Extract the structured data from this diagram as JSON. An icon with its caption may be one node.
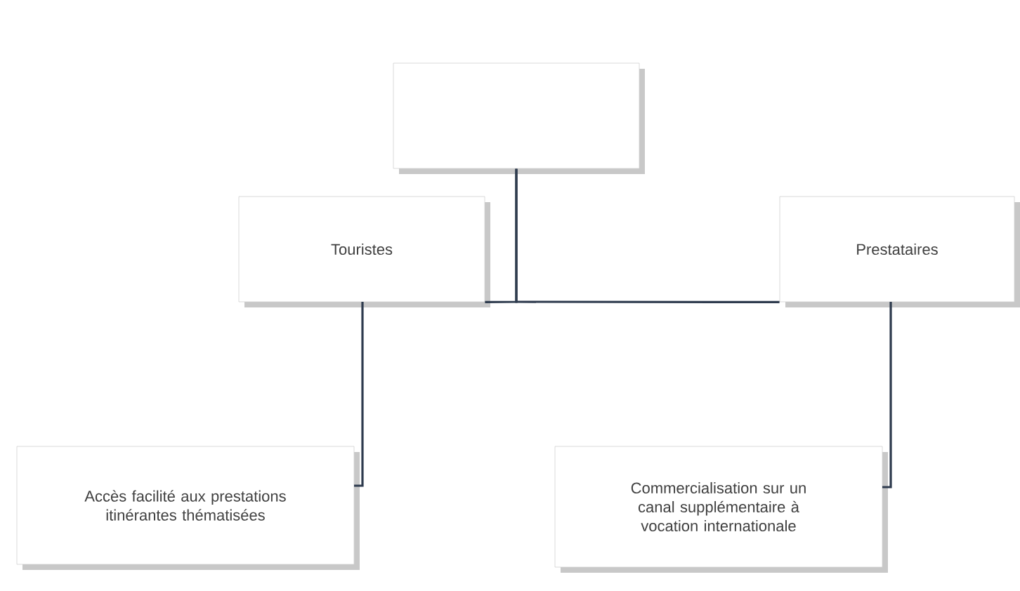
{
  "diagram": {
    "nodes": [
      {
        "text": [],
        "shape": "box"
      },
      {
        "text": [
          "Touristes"
        ]
      },
      {
        "text": [
          "Prestataires"
        ]
      },
      {
        "text": [
          "Accès facilité aux prestations itinérantes thématisées"
        ]
      },
      {
        "text": [
          "Commercialisation sur un canal supplémentaire à vocation internationale"
        ]
      }
    ],
    "edges": [
      {
        "from": 0,
        "to": 1,
        "arrow": "none"
      },
      {
        "from": 0,
        "to": 2,
        "arrow": "none"
      },
      {
        "from": 1,
        "to": 3,
        "arrow": "none"
      },
      {
        "from": 2,
        "to": 4,
        "arrow": "none"
      }
    ]
  }
}
